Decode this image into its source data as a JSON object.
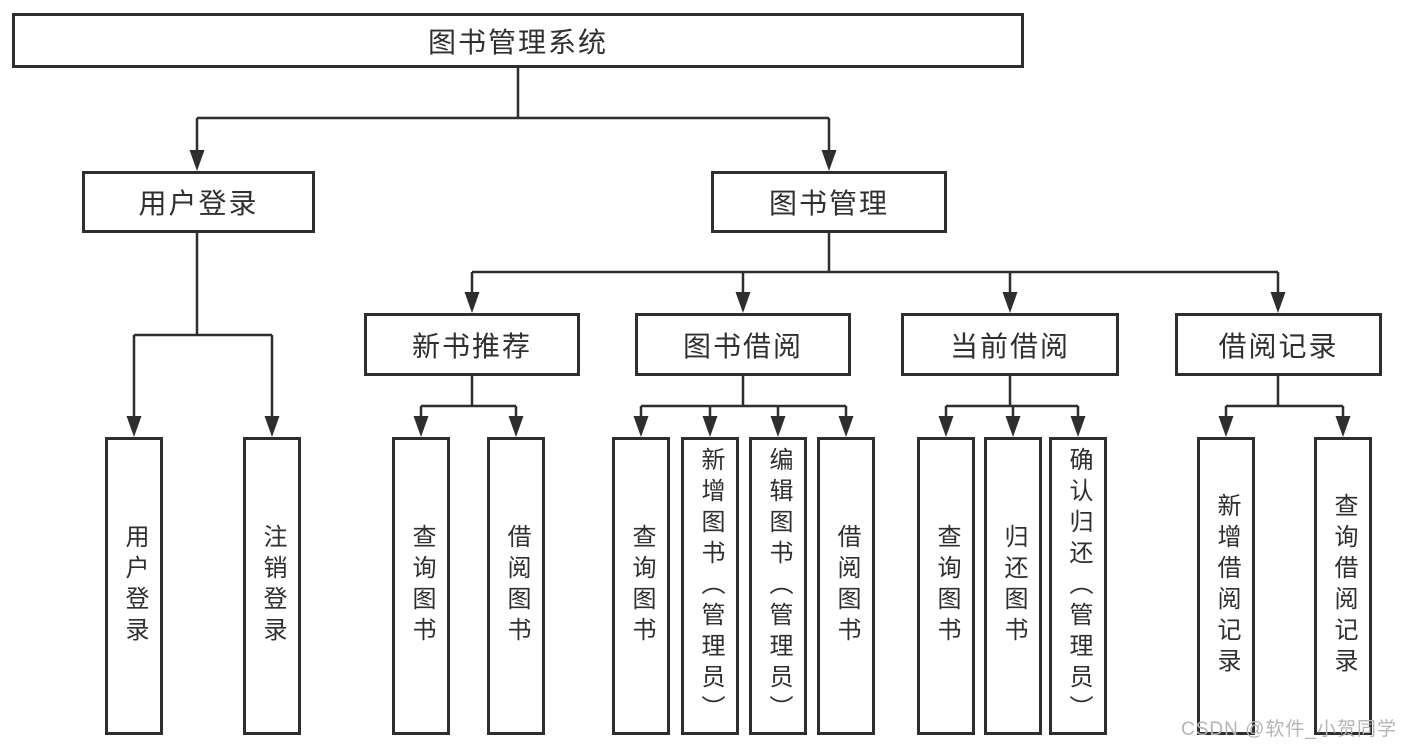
{
  "diagram": {
    "root_label": "图书管理系统",
    "user_branch": {
      "label": "用户登录",
      "leaves": [
        "用户登录",
        "注销登录"
      ]
    },
    "book_branch": {
      "label": "图书管理",
      "sections": [
        {
          "label": "新书推荐",
          "leaves": [
            "查询图书",
            "借阅图书"
          ]
        },
        {
          "label": "图书借阅",
          "leaves": [
            "查询图书",
            "新增图书（管理员）",
            "编辑图书（管理员）",
            "借阅图书"
          ]
        },
        {
          "label": "当前借阅",
          "leaves": [
            "查询图书",
            "归还图书",
            "确认归还（管理员）"
          ]
        },
        {
          "label": "借阅记录",
          "leaves": [
            "新增借阅记录",
            "查询借阅记录"
          ]
        }
      ]
    },
    "watermark": "CSDN @软件_小贺同学",
    "colors": {
      "line": "#2e2e2e",
      "box_border": "#2e2e2e",
      "text": "#2f2f2f",
      "watermark": "#b5b5b5",
      "background": "#ffffff"
    }
  }
}
